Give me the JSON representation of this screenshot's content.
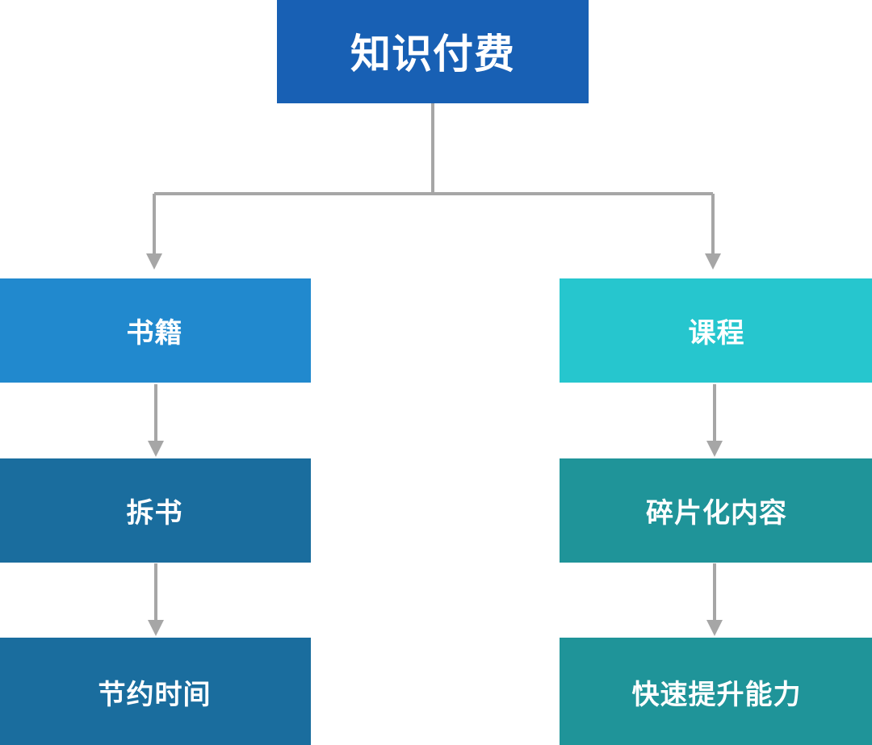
{
  "diagram": {
    "title": "知识付费",
    "type": "tree-flowchart",
    "orientation": "top-down",
    "background_color": "#ffffff",
    "connector_color": "#a6a6a6",
    "text_color": "#ffffff"
  },
  "nodes": {
    "root": {
      "label": "知识付费",
      "color": "#1860b4",
      "level": 0
    },
    "books": {
      "label": "书籍",
      "color": "#2189ce",
      "level": 1,
      "branch": "left"
    },
    "book_breakdown": {
      "label": "拆书",
      "color": "#1a6d9e",
      "level": 2,
      "branch": "left"
    },
    "save_time": {
      "label": "节约时间",
      "color": "#1a6d9e",
      "level": 3,
      "branch": "left"
    },
    "courses": {
      "label": "课程",
      "color": "#26c6ce",
      "level": 1,
      "branch": "right"
    },
    "fragmented_content": {
      "label": "碎片化内容",
      "color": "#1f9499",
      "level": 2,
      "branch": "right"
    },
    "fast_skill": {
      "label": "快速提升能力",
      "color": "#1f9499",
      "level": 3,
      "branch": "right"
    }
  },
  "edges": [
    {
      "from": "root",
      "to": "books",
      "style": "elbow-arrow"
    },
    {
      "from": "root",
      "to": "courses",
      "style": "elbow-arrow"
    },
    {
      "from": "books",
      "to": "book_breakdown",
      "style": "straight-arrow"
    },
    {
      "from": "book_breakdown",
      "to": "save_time",
      "style": "straight-arrow"
    },
    {
      "from": "courses",
      "to": "fragmented_content",
      "style": "straight-arrow"
    },
    {
      "from": "fragmented_content",
      "to": "fast_skill",
      "style": "straight-arrow"
    }
  ]
}
